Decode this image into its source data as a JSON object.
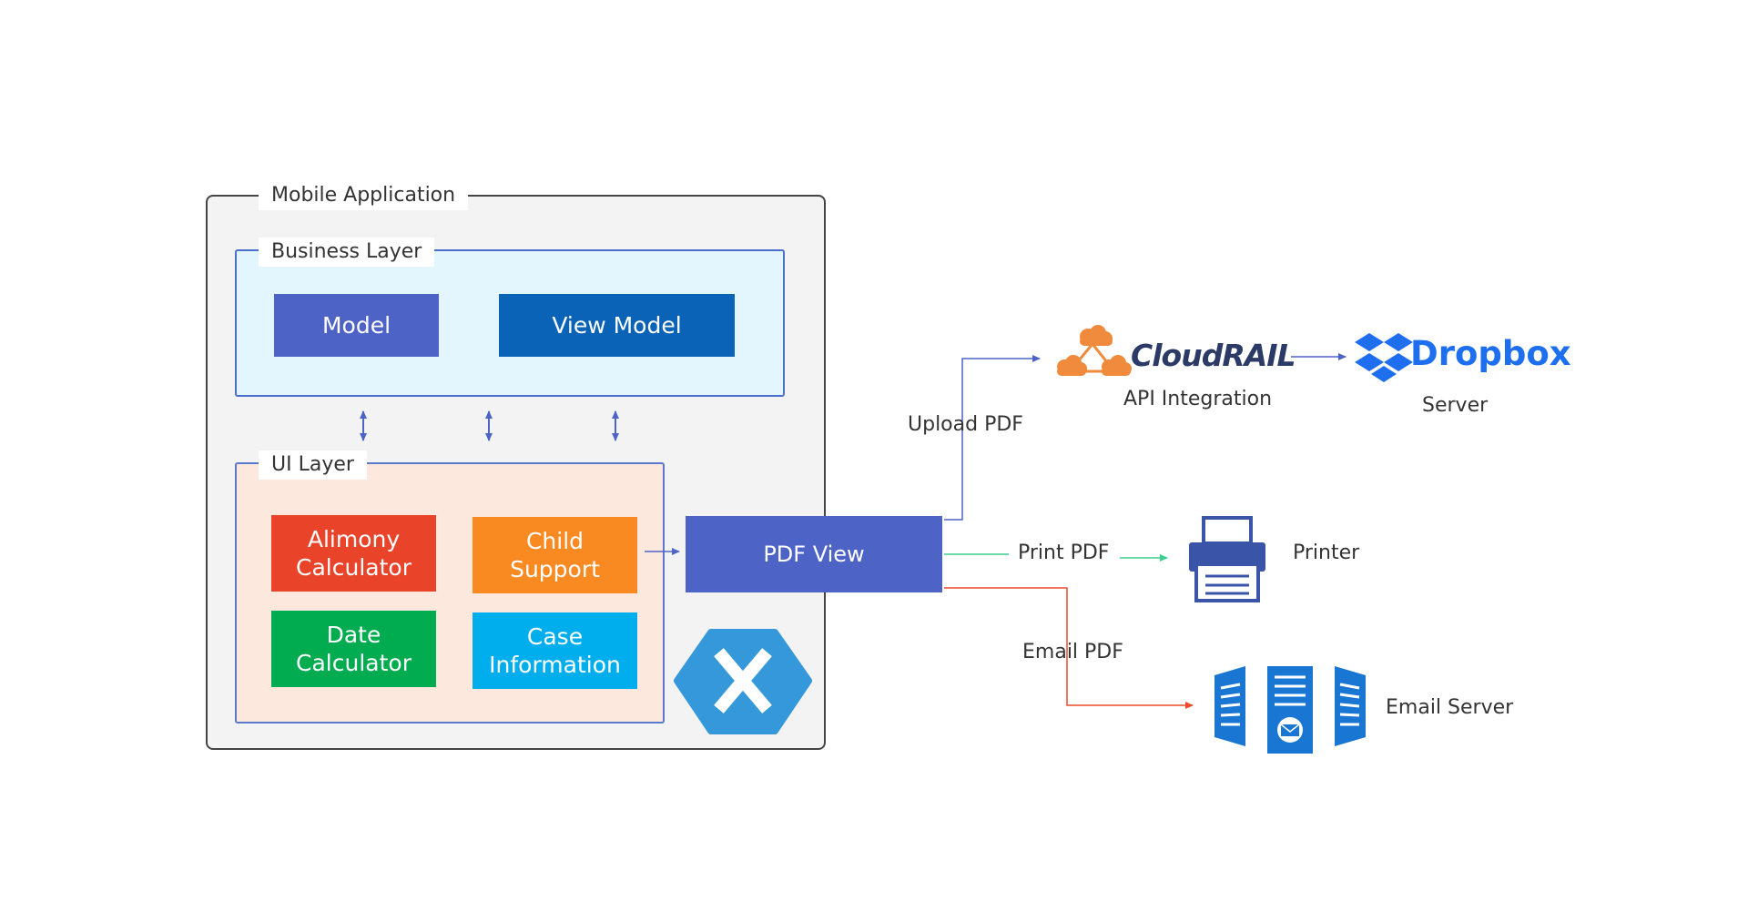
{
  "mobile_app": {
    "label": "Mobile Application"
  },
  "business_layer": {
    "label": "Business Layer",
    "model": "Model",
    "view_model": "View Model"
  },
  "ui_layer": {
    "label": "UI Layer",
    "alimony": "Alimony\nCalculator",
    "child_support": "Child\nSupport",
    "date_calc": "Date\nCalculator",
    "case_info": "Case\nInformation"
  },
  "pdf_view": "PDF View",
  "flows": {
    "upload": "Upload PDF",
    "print": "Print PDF",
    "email": "Email PDF"
  },
  "services": {
    "cloudrail_logo": "CloudRAIL",
    "cloudrail_caption": "API Integration",
    "dropbox_logo": "Dropbox",
    "dropbox_caption": "Server",
    "printer_caption": "Printer",
    "email_caption": "Email Server"
  },
  "icons": [
    "xamarin-logo-icon",
    "cloudrail-logo-icon",
    "dropbox-logo-icon",
    "printer-icon",
    "email-server-icon"
  ],
  "colors": {
    "model": "#4e63c6",
    "view_model": "#0a63b6",
    "pdf_view": "#4e63c6",
    "alimony": "#e9432a",
    "child_support": "#f98a22",
    "date_calc": "#00ac4f",
    "case_info": "#00aeed",
    "upload_arrow": "#4e63c6",
    "print_arrow": "#3ccf8e",
    "email_arrow": "#ef4a2a"
  }
}
